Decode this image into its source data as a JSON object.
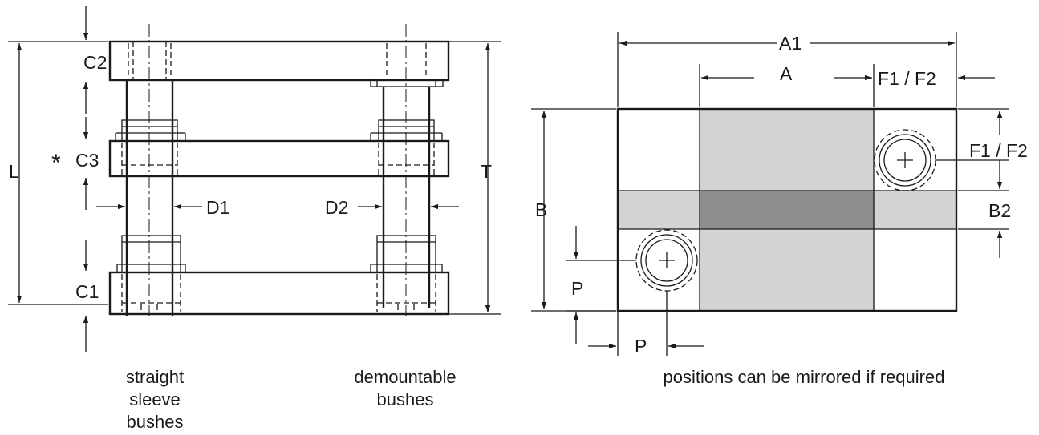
{
  "labels": {
    "c2": "C2",
    "c3_marker": "*",
    "c3": "C3",
    "c1": "C1",
    "l": "L",
    "t": "T",
    "d1": "D1",
    "d2": "D2",
    "a1": "A1",
    "a": "A",
    "f1f2_top": "F1 / F2",
    "f1f2_right": "F1 / F2",
    "b": "B",
    "b2": "B2",
    "p_vertical": "P",
    "p_horizontal": "P"
  },
  "captions": {
    "straight": [
      "straight",
      "sleeve",
      "bushes"
    ],
    "demountable": [
      "demountable",
      "bushes"
    ],
    "plan_note": "positions can be mirrored if required"
  },
  "colors": {
    "line": "#1a1a1a",
    "band_light": "#d3d3d3",
    "band_dark": "#8e8e8e"
  }
}
